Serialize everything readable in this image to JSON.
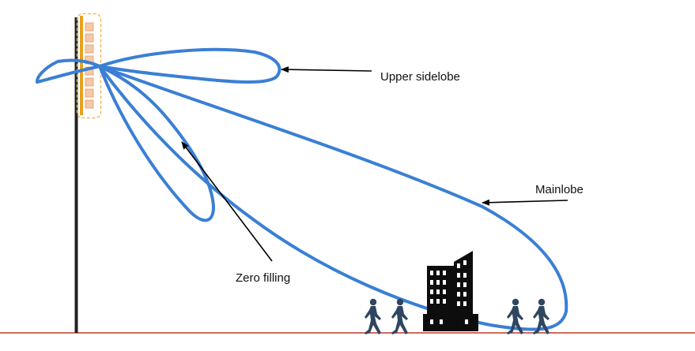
{
  "labels": {
    "upper_sidelobe": "Upper sidelobe",
    "mainlobe": "Mainlobe",
    "zero_filling": "Zero filling"
  },
  "colors": {
    "lobe": "#3a7fd5",
    "ground": "#c0392b",
    "pole": "#222222",
    "antenna_bar": "#e8a020",
    "antenna_element": "#f6c9a8",
    "antenna_outline": "#f0b050",
    "building": "#0d0d0d",
    "pedestrian": "#2f4660",
    "arrow": "#000000"
  },
  "icons": {
    "pedestrian": "walking-person-icon",
    "building": "city-building-icon",
    "antenna": "antenna-array-icon"
  }
}
